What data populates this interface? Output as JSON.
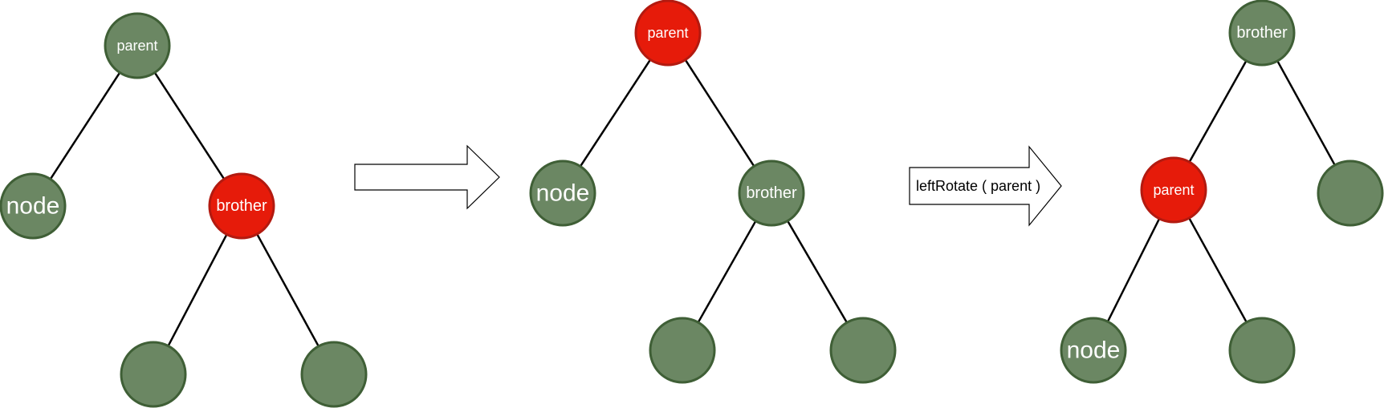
{
  "colors": {
    "black_node": "#6b8763",
    "black_stroke": "#3f5f36",
    "red_node": "#e61b0a",
    "red_stroke": "#b31a10",
    "edge": "#000000",
    "arrow_fill": "#ffffff",
    "arrow_stroke": "#000000"
  },
  "trees": [
    {
      "nodes": [
        {
          "id": "parent",
          "label": "parent",
          "color": "black"
        },
        {
          "id": "node",
          "label": "node",
          "color": "black"
        },
        {
          "id": "brother",
          "label": "brother",
          "color": "red"
        },
        {
          "id": "bl",
          "label": "",
          "color": "black"
        },
        {
          "id": "br",
          "label": "",
          "color": "black"
        }
      ]
    },
    {
      "nodes": [
        {
          "id": "parent",
          "label": "parent",
          "color": "red"
        },
        {
          "id": "node",
          "label": "node",
          "color": "black"
        },
        {
          "id": "brother",
          "label": "brother",
          "color": "black"
        },
        {
          "id": "bl",
          "label": "",
          "color": "black"
        },
        {
          "id": "br",
          "label": "",
          "color": "black"
        }
      ]
    },
    {
      "nodes": [
        {
          "id": "brother",
          "label": "brother",
          "color": "black"
        },
        {
          "id": "parent",
          "label": "parent",
          "color": "red"
        },
        {
          "id": "br",
          "label": "",
          "color": "black"
        },
        {
          "id": "node",
          "label": "node",
          "color": "black"
        },
        {
          "id": "pr",
          "label": "",
          "color": "black"
        }
      ]
    }
  ],
  "arrows": [
    {
      "label": ""
    },
    {
      "label": "leftRotate ( parent )"
    }
  ]
}
